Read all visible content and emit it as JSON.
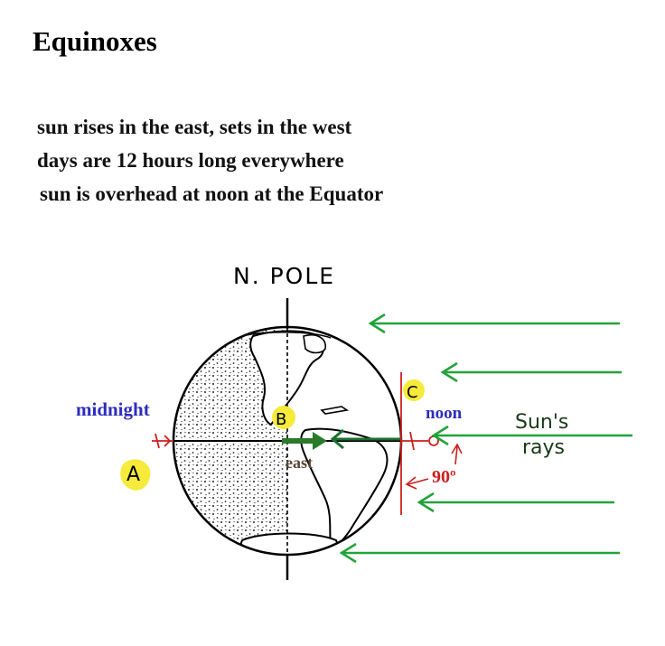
{
  "title": "Equinoxes",
  "facts": [
    "sun rises in the east, sets in the west",
    "days are 12 hours long everywhere",
    "sun is overhead at noon at the Equator"
  ],
  "diagram": {
    "pole_label": "N. POLE",
    "midnight_label": "midnight",
    "noon_label": "noon",
    "east_label": "east",
    "angle_label": "90º",
    "sun_rays_line1": "Sun's",
    "sun_rays_line2": "rays",
    "point_a": "A",
    "point_b": "B",
    "point_c": "C",
    "colors": {
      "midnight_text": "#2d2dbd",
      "noon_text": "#2d2dbd",
      "east_text": "#5a4632",
      "angle_text": "#cc1f1f",
      "highlight": "#f6ea3a",
      "sun_rays": "#22a33a",
      "terminator_line": "#cc1f1f"
    }
  }
}
